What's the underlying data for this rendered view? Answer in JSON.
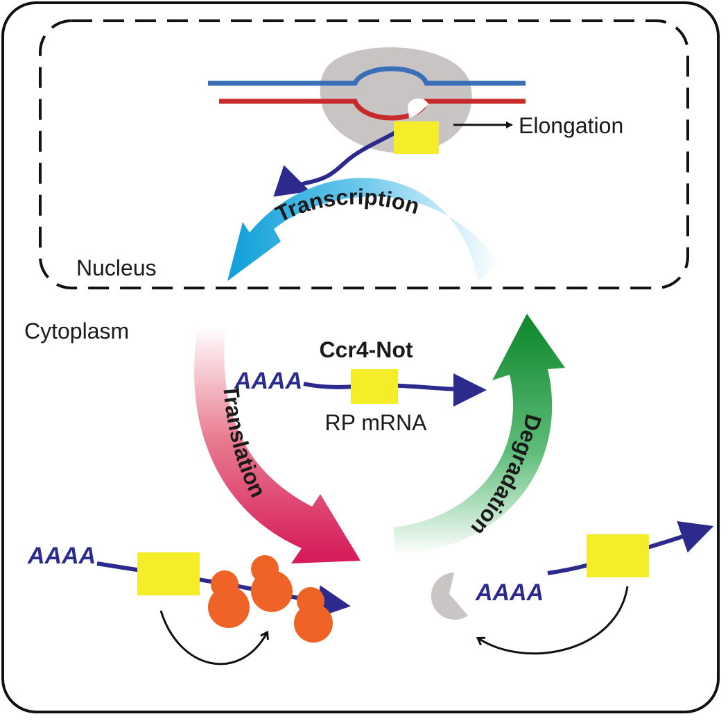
{
  "labels": {
    "elongation": "Elongation",
    "nucleus": "Nucleus",
    "cytoplasm": "Cytoplasm",
    "transcription": "Transcription",
    "translation": "Translation",
    "degradation": "Degradation",
    "ccr4_not": "Ccr4-Not",
    "rp_mrna": "RP mRNA",
    "polya_center": "AAAA",
    "polya_left": "AAAA",
    "polya_right": "AAAA"
  },
  "colors": {
    "dna_top": "#3a6fb8",
    "dna_bottom": "#c62a2a",
    "polymerase": "#c8c4c4",
    "mrna": "#2c2a8c",
    "ccr4_not_box": "#f5ec2a",
    "ribosome": "#ef6426",
    "exonuclease": "#c9c5c5",
    "transcription_arrow": "#1aa3dc",
    "translation_arrow": "#d8205a",
    "degradation_arrow": "#1a8c34",
    "polya_text": "#2b2a8f"
  }
}
